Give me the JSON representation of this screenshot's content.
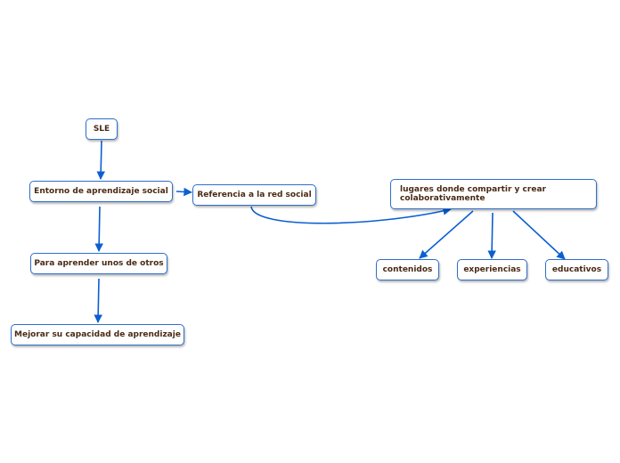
{
  "colors": {
    "edge": "#0b5fd1",
    "node_border": "#2f6fcc",
    "node_text": "#4a2a14",
    "background": "#ffffff"
  },
  "nodes": {
    "sle": "SLE",
    "entorno": "Entorno de aprendizaje social",
    "para_aprender": "Para aprender unos de otros",
    "mejorar": "Mejorar su capacidad de aprendizaje",
    "referencia": "Referencia a la red social",
    "lugares": "lugares donde compartir y crear colaborativamente",
    "contenidos": "contenidos",
    "experiencias": "experiencias",
    "educativos": "educativos"
  }
}
